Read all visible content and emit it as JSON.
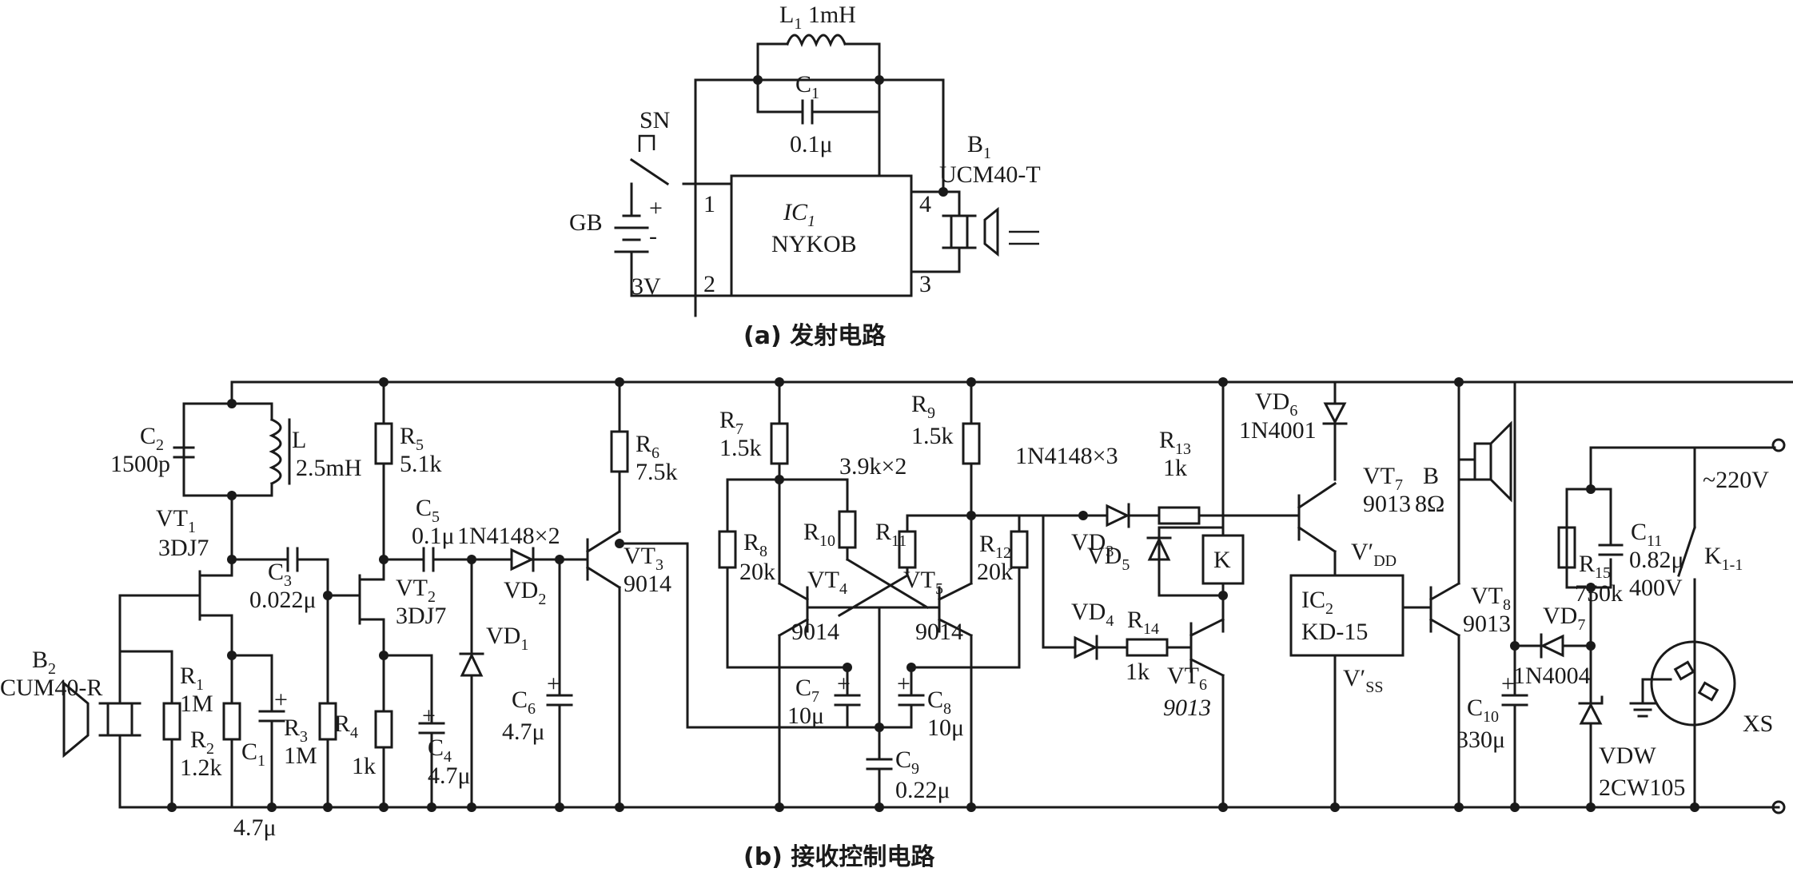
{
  "captions": {
    "transmitter": "(a) 发射电路",
    "receiver": "(b) 接收控制电路"
  },
  "transmitter": {
    "l1": "L",
    "l1_sub": "1",
    "l1_value": "1mH",
    "c1": "C",
    "c1_sub": "1",
    "c1_value": "0.1μ",
    "sn": "SN",
    "gb": "GB",
    "gb_voltage": "3V",
    "plus": "+",
    "minus": "-",
    "ic1": "IC",
    "ic1_sub": "1",
    "ic1_part": "NYKOB",
    "pin1": "1",
    "pin2": "2",
    "pin3": "3",
    "pin4": "4",
    "b1": "B",
    "b1_sub": "1",
    "b1_part": "UCM40-T"
  },
  "receiver": {
    "c2": "C",
    "c2_sub": "2",
    "c2_value": "1500p",
    "l": "L",
    "l_value": "2.5mH",
    "vt1": "VT",
    "vt1_sub": "1",
    "vt1_part": "3DJ7",
    "c3": "C",
    "c3_sub": "3",
    "c3_value": "0.022μ",
    "b2": "B",
    "b2_sub": "2",
    "b2_part": "CUM40-R",
    "r1": "R",
    "r1_sub": "1",
    "r1_value": "1M",
    "r2": "R",
    "r2_sub": "2",
    "r2_value": "1.2k",
    "c1r": "C",
    "c1r_sub": "1",
    "c1r_value": "4.7μ",
    "r3": "R",
    "r3_sub": "3",
    "r3_value": "1M",
    "r4": "R",
    "r4_sub": "4",
    "r4_value": "1k",
    "r5": "R",
    "r5_sub": "5",
    "r5_value": "5.1k",
    "c5": "C",
    "c5_sub": "5",
    "c5_value": "0.1μ",
    "vt2": "VT",
    "vt2_sub": "2",
    "vt2_part": "3DJ7",
    "c4": "C",
    "c4_sub": "4",
    "c4_value": "4.7μ",
    "diode_pair": "1N4148×2",
    "vd2": "VD",
    "vd2_sub": "2",
    "vd1": "VD",
    "vd1_sub": "1",
    "c6": "C",
    "c6_sub": "6",
    "c6_value": "4.7μ",
    "r6": "R",
    "r6_sub": "6",
    "r6_value": "7.5k",
    "vt3": "VT",
    "vt3_sub": "3",
    "vt3_part": "9014",
    "r7": "R",
    "r7_sub": "7",
    "r7_value": "1.5k",
    "r8": "R",
    "r8_sub": "8",
    "r8_value": "20k",
    "r10": "R",
    "r10_sub": "10",
    "r11": "R",
    "r11_sub": "11",
    "r10_r11_value": "3.9k×2",
    "r9": "R",
    "r9_sub": "9",
    "r9_value": "1.5k",
    "r12": "R",
    "r12_sub": "12",
    "r12_value": "20k",
    "vt4": "VT",
    "vt4_sub": "4",
    "vt4_part": "9014",
    "vt5": "VT",
    "vt5_sub": "5",
    "vt5_part": "9014",
    "c7": "C",
    "c7_sub": "7",
    "c7_value": "10μ",
    "c8": "C",
    "c8_sub": "8",
    "c8_value": "10μ",
    "c9": "C",
    "c9_sub": "9",
    "c9_value": "0.22μ",
    "diode_triple": "1N4148×3",
    "vd3": "VD",
    "vd3_sub": "3",
    "r13": "R",
    "r13_sub": "13",
    "r13_value": "1k",
    "vd5": "VD",
    "vd5_sub": "5",
    "k": "K",
    "vd4": "VD",
    "vd4_sub": "4",
    "r14": "R",
    "r14_sub": "14",
    "r14_value": "1k",
    "vt6": "VT",
    "vt6_sub": "6",
    "vt6_part": "9013",
    "vd6": "VD",
    "vd6_sub": "6",
    "vd6_part": "1N4001",
    "vt7": "VT",
    "vt7_sub": "7",
    "vt7_part": "9013",
    "vdd": "V′",
    "vdd_sub": "DD",
    "ic2": "IC",
    "ic2_sub": "2",
    "ic2_part": "KD-15",
    "vss": "V′",
    "vss_sub": "SS",
    "b": "B",
    "b_value": "8Ω",
    "vt8": "VT",
    "vt8_sub": "8",
    "vt8_part": "9013",
    "c10": "C",
    "c10_sub": "10",
    "c10_value": "330μ",
    "vd7": "VD",
    "vd7_sub": "7",
    "vd7_part": "1N4004",
    "r15": "R",
    "r15_sub": "15",
    "r15_value": "750k",
    "c11": "C",
    "c11_sub": "11",
    "c11_value": "0.82μ",
    "c11_voltage": "400V",
    "vdw": "VDW",
    "vdw_part": "2CW105",
    "k11": "K",
    "k11_sub": "1-1",
    "mains": "~220V",
    "xs": "XS",
    "plus": "+"
  }
}
